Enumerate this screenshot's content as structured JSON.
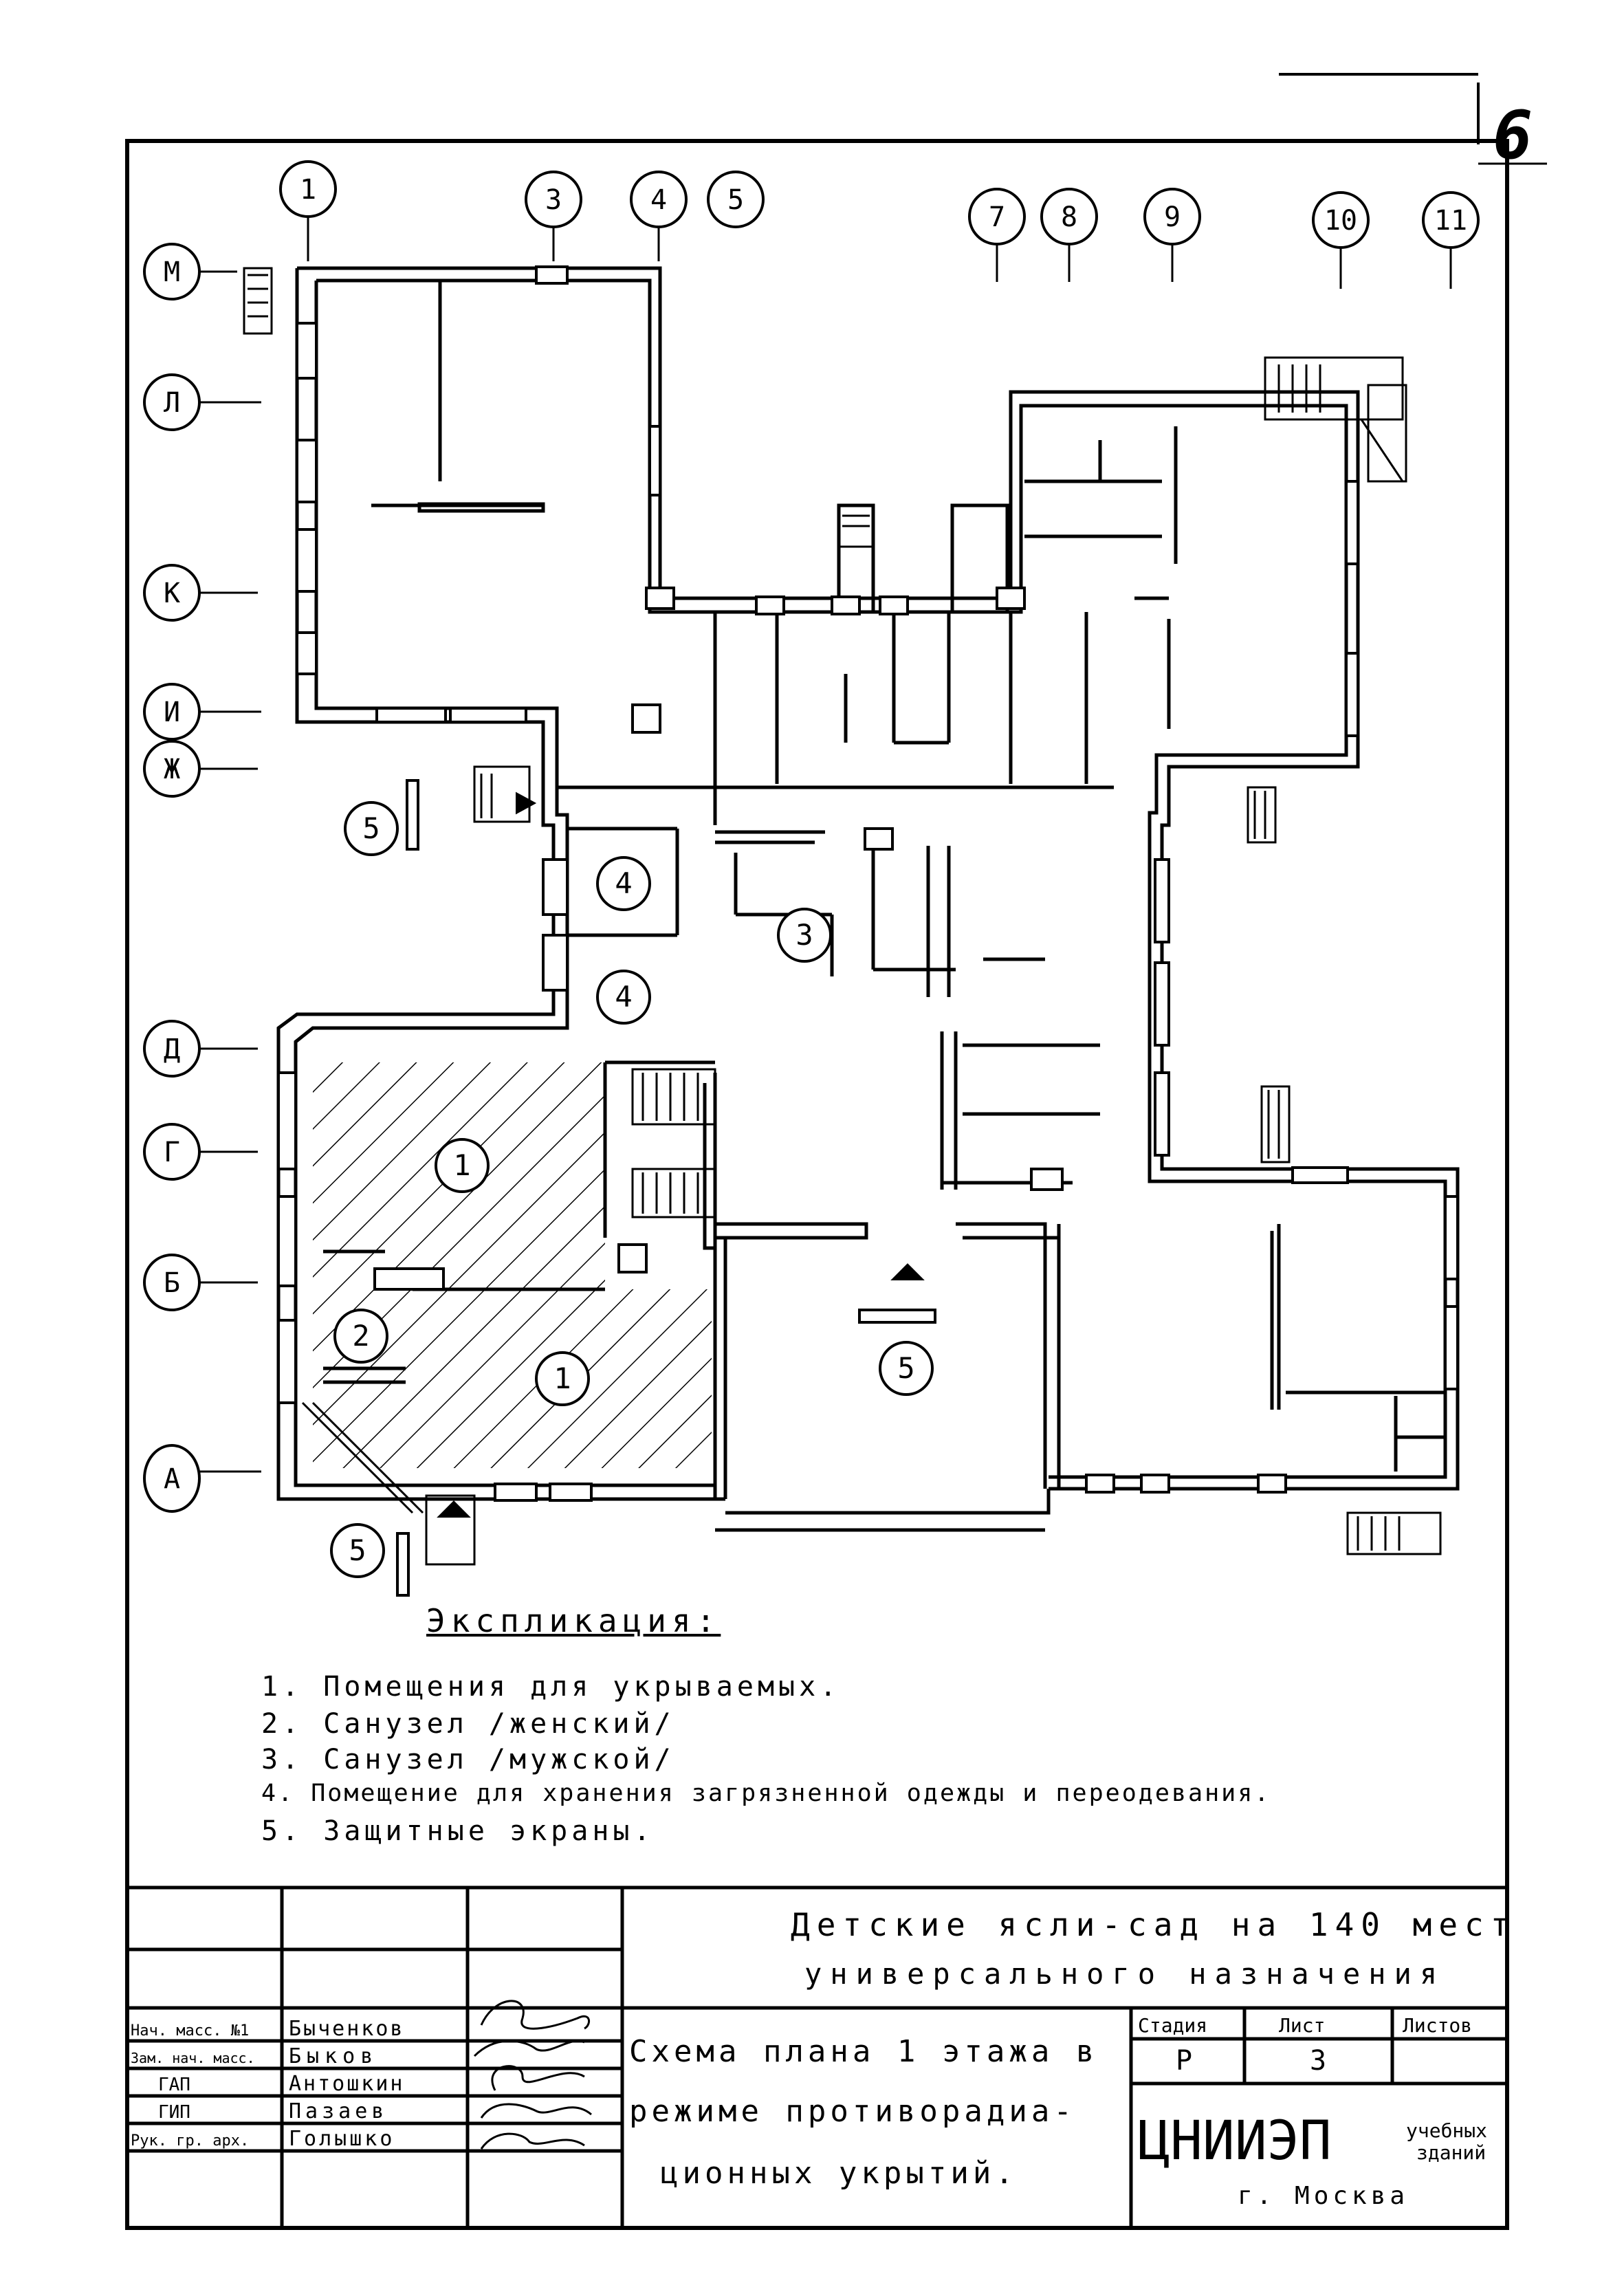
{
  "sheet_number": "6",
  "axes": {
    "columns": [
      "1",
      "3",
      "4",
      "5",
      "7",
      "8",
      "9",
      "10",
      "11"
    ],
    "rows": [
      "М",
      "Л",
      "К",
      "И",
      "Ж",
      "Д",
      "Г",
      "Б",
      "А"
    ]
  },
  "room_markers": {
    "m1": "1",
    "m2": "1",
    "m3": "2",
    "m4": "3",
    "m5": "4",
    "m6": "4",
    "m7": "5",
    "m8": "5",
    "m9": "5"
  },
  "legend": {
    "title": "Экспликация:",
    "items": [
      "1. Помещения для укрываемых.",
      "2. Санузел /женский/",
      "3. Санузел /мужской/",
      "4. Помещение для хранения загрязненной одежды и переодевания.",
      "5. Защитные экраны."
    ]
  },
  "title_block": {
    "project_line1": "Детские ясли-сад на 140 мест",
    "project_line2": "универсального назначения",
    "drawing_line1": "Схема плана 1 этажа в",
    "drawing_line2": "режиме противорадиа-",
    "drawing_line3": "ционных укрытий.",
    "roles": [
      "Нач. масс. №1",
      "Зам. нач. масс.",
      "ГАП",
      "ГИП",
      "Рук. гр. арх."
    ],
    "names": [
      "Быченков",
      "Быков",
      "Антошкин",
      "Пазаев",
      "Голышко"
    ],
    "stage_header": "Стадия",
    "sheet_header": "Лист",
    "sheets_header": "Листов",
    "stage": "Р",
    "sheet": "3",
    "sheets": "",
    "org_logo": "ЦНИИЭП",
    "org_sub1": "учебных",
    "org_sub2": "зданий",
    "city": "г. Москва"
  }
}
